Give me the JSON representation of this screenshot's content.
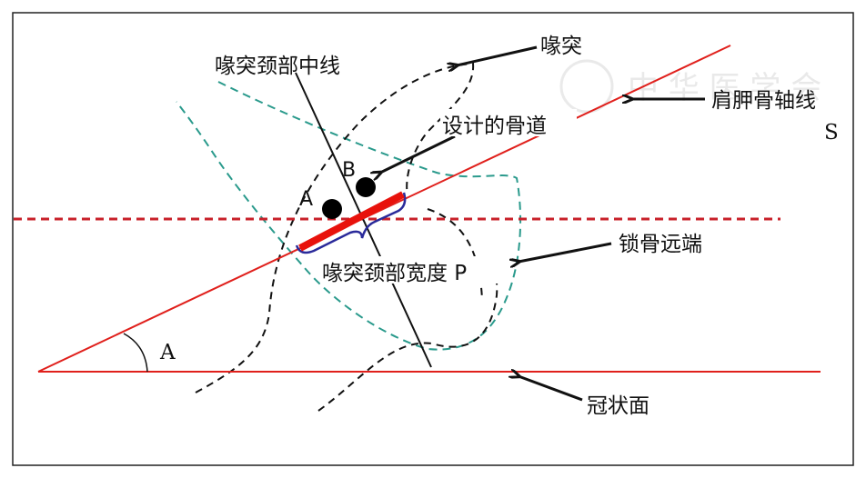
{
  "labels": {
    "neck_midline": "喙突颈部中线",
    "coracoid": "喙突",
    "designed_tunnel": "设计的骨道",
    "scapular_axis": "肩胛骨轴线",
    "scapular_axis_symbol": "S",
    "distal_clavicle": "锁骨远端",
    "neck_width": "喙突颈部宽度 P",
    "coronal_plane": "冠状面",
    "point_a": "A",
    "point_b": "B",
    "angle": "A"
  },
  "watermark": "中华医学会",
  "colors": {
    "red": "#e0201c",
    "teal": "#2a9a8c",
    "blue": "#2a2a9a",
    "dashed_red": "#c8202a"
  }
}
